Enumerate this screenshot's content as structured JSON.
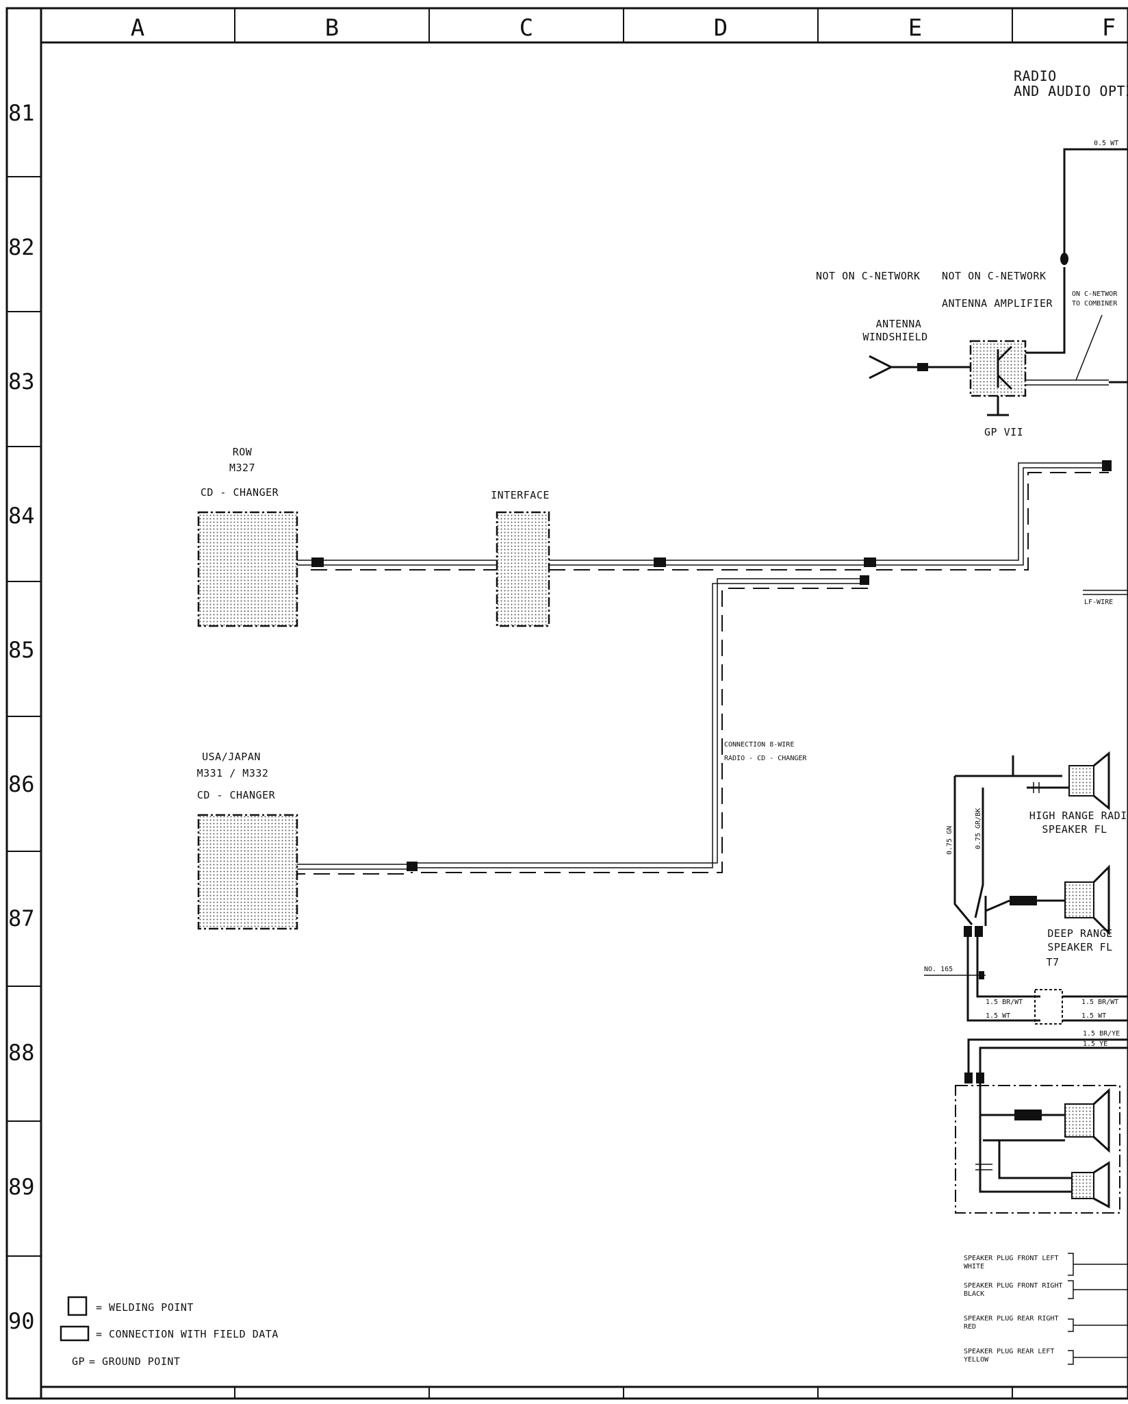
{
  "grid": {
    "columns": [
      "A",
      "B",
      "C",
      "D",
      "E",
      "F"
    ],
    "rows": [
      "81",
      "82",
      "83",
      "84",
      "85",
      "86",
      "87",
      "88",
      "89",
      "90"
    ]
  },
  "title": {
    "line1": "RADIO",
    "line2": "AND AUDIO OPTI"
  },
  "antenna": {
    "not_on_cnetwork_1": "NOT ON C-NETWORK",
    "not_on_cnetwork_2": "NOT ON C-NETWORK",
    "amplifier": "ANTENNA AMPLIFIER",
    "windshield_1": "ANTENNA",
    "windshield_2": "WINDSHIELD",
    "ground": "GP VII",
    "on_cnetwork_1": "ON C-NETWOR",
    "on_cnetwork_2": "TO COMBINER",
    "wire_top": "0.5 WT"
  },
  "row_changer": {
    "line1": "ROW",
    "line2": "M327",
    "line3": "CD - CHANGER"
  },
  "interface": {
    "label": "INTERFACE"
  },
  "usa_changer": {
    "line1": "USA/JAPAN",
    "line2": "M331 / M332",
    "line3": "CD - CHANGER"
  },
  "connection": {
    "line1": "CONNECTION  8-WIRE",
    "line2": "RADIO  -  CD - CHANGER"
  },
  "lf_wire": "LF-WIRE",
  "speakers": {
    "high_range_1": "HIGH RANGE RADIO",
    "high_range_2": "SPEAKER FL",
    "deep_range_1": "DEEP RANGE",
    "deep_range_2": "SPEAKER FL",
    "t7": "T7",
    "gn": "0.75 GN",
    "grbk": "0.75 GR/BK",
    "no165": "NO. 165",
    "br_wt_l": "1.5 BR/WT",
    "wt_l": "1.5 WT",
    "br_wt_r": "1.5 BR/WT",
    "wt_r": "1.5 WT",
    "br_ye": "1.5 BR/YE",
    "ye": "1.5 YE"
  },
  "plugs": [
    {
      "line1": "SPEAKER PLUG FRONT LEFT",
      "line2": "WHITE"
    },
    {
      "line1": "SPEAKER PLUG FRONT RIGHT",
      "line2": "BLACK"
    },
    {
      "line1": "SPEAKER PLUG REAR RIGHT",
      "line2": "RED"
    },
    {
      "line1": "SPEAKER PLUG REAR LEFT",
      "line2": "YELLOW"
    }
  ],
  "legend": {
    "welding": "= WELDING POINT",
    "field_data": "= CONNECTION WITH FIELD DATA",
    "gp": "GP",
    "ground": "= GROUND POINT"
  }
}
